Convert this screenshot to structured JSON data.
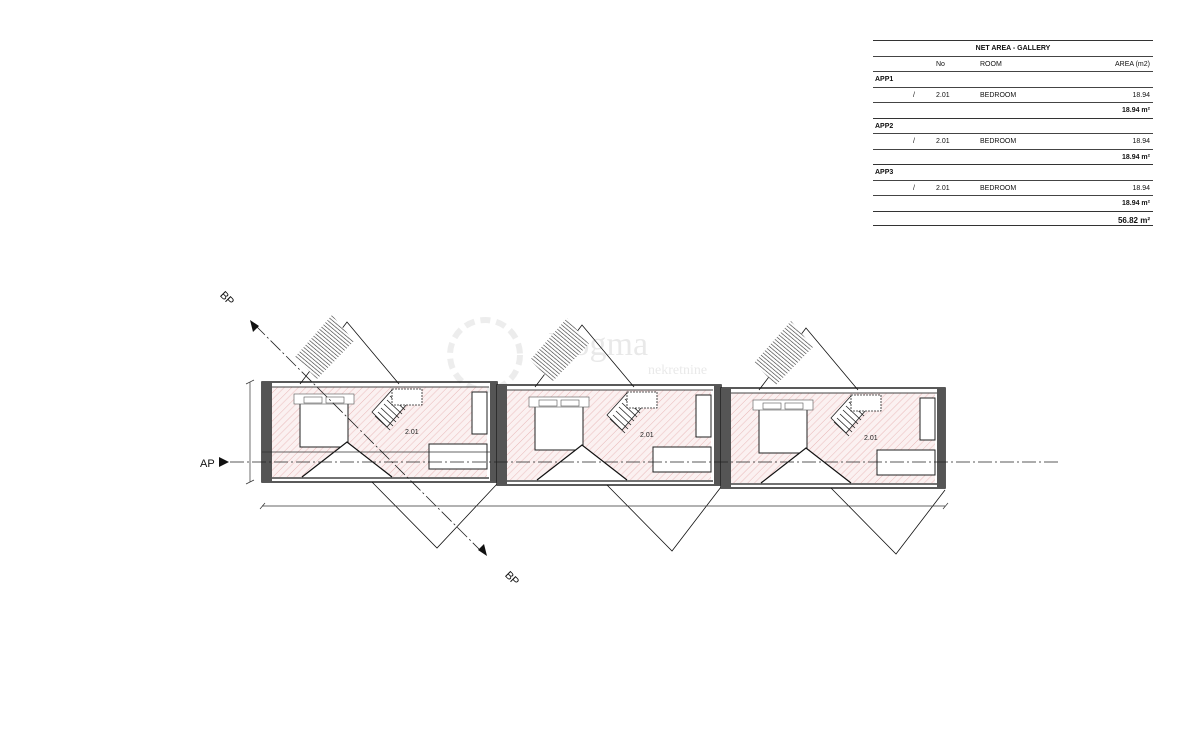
{
  "table": {
    "title": "NET AREA - GALLERY",
    "headers": {
      "no": "No",
      "room": "ROOM",
      "area": "AREA (m2)"
    },
    "apartments": [
      {
        "name": "APP1",
        "rows": [
          {
            "mark": "/",
            "no": "2.01",
            "room": "BEDROOM",
            "area": "18.94"
          }
        ],
        "subtotal": "18.94 m²"
      },
      {
        "name": "APP2",
        "rows": [
          {
            "mark": "/",
            "no": "2.01",
            "room": "BEDROOM",
            "area": "18.94"
          }
        ],
        "subtotal": "18.94 m²"
      },
      {
        "name": "APP3",
        "rows": [
          {
            "mark": "/",
            "no": "2.01",
            "room": "BEDROOM",
            "area": "18.94"
          }
        ],
        "subtotal": "18.94 m²"
      }
    ],
    "total": "56.82 m²"
  },
  "plan": {
    "room_labels": [
      "2.01",
      "2.01",
      "2.01"
    ],
    "section_ap": "AP",
    "section_bp": "BP",
    "hatch_color": "#e8b7b7",
    "wall_color": "#555555"
  },
  "watermark": {
    "brand": "Dogma",
    "sub": "nekretnine"
  }
}
